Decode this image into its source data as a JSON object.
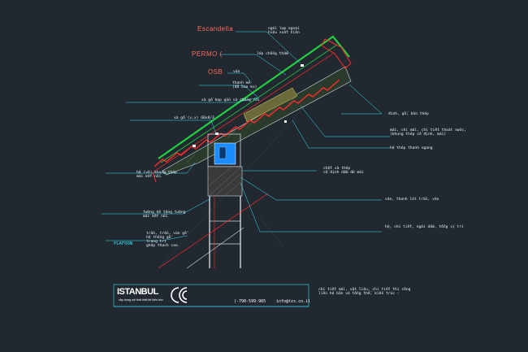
{
  "titles": {
    "escandella": "Escandella",
    "permo": "PERMO (",
    "osb": "OSB"
  },
  "labels": {
    "escandella_note": "ngói lợp ngoại\nhiệu xuất hiện",
    "permo_note": "lớp chống thấm",
    "osb_note": "ván",
    "batten_note": "thanh mè\n(đã bao ko)",
    "counter_batten": "xà gồ kẹp gắn và chống rơi",
    "purlin": "xà gồ (v,x) 60x8/3",
    "left_mid_1": "hệ (vẽ) khung thép\nmái kết nối",
    "left_mid_2": "tường bê tông tường\nmái kết nối",
    "left_lower": "trần, trần, ván gỗ\nhệ thống gỗ\ntrang trí\nghép thạch cao",
    "plafoon": "PLAFOON",
    "right_1": "đinh, gỗ, bản thép",
    "right_2": "mái, chi mái, chi tiết thoát nước,\n(khung thép cố định, mái)",
    "right_3": "hệ thép thanh ngang",
    "right_4": "chốt và thép\ncố định dầm đỡ mái",
    "right_5": "ván, thanh lót trần, ván",
    "right_6": "hệ, chi tiết, ngói dầm, tổng vị trí"
  },
  "footer": {
    "logo": "ISTANBUL",
    "logo_sub": "xây dựng nội thất thiết kế kiến trúc",
    "phone": "(-790-599-965",
    "email": "info@tzs.co.il",
    "note": "chi tiết mái, vật liệu, chi tiết thi công\nliên hệ bản vẽ tổng thể, kiến trúc :"
  },
  "colors": {
    "background": "#212830",
    "leader": "#36e6ff",
    "membrane": "#20d040",
    "tile": "#ff2a2a",
    "frame": "#cfd8dc",
    "steel": "#1a8cff"
  },
  "icons": {
    "logo_mark": "concentric-arc-logo-icon"
  }
}
